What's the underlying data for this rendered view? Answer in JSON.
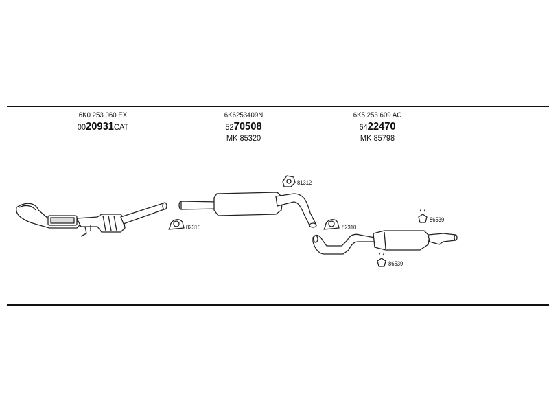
{
  "parts": {
    "front": {
      "oe": "6K0 253 060 EX",
      "pn_prefix": "00",
      "pn_main": "20931",
      "pn_suffix": "CAT"
    },
    "middle": {
      "oe": "6K6253409N",
      "pn_prefix": "52",
      "pn_main": "70508",
      "mk": "MK 85320"
    },
    "rear": {
      "oe": "6K5 253 609 AC",
      "pn_prefix": "64",
      "pn_main": "22470",
      "mk": "MK 85798"
    }
  },
  "fittings": {
    "clamp_front": "82310",
    "hanger": "81312",
    "clamp_rear": "82310",
    "rubber_top": "86539",
    "rubber_bottom": "86539"
  }
}
